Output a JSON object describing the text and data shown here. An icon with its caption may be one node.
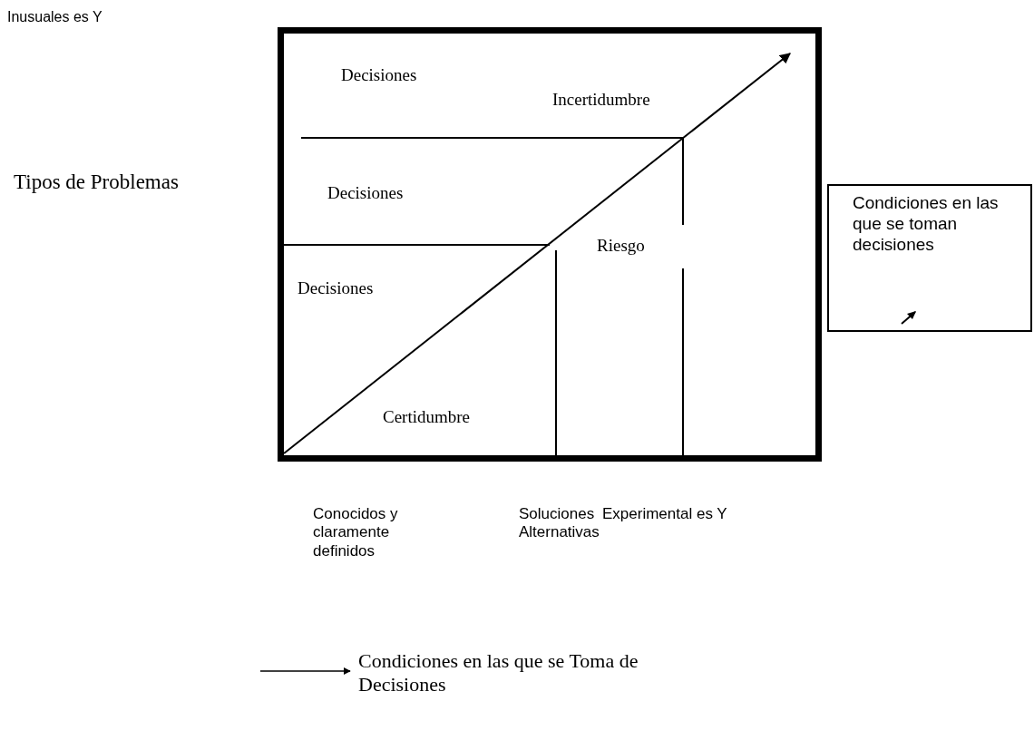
{
  "diagram": {
    "nodes": [
      {
        "text": [],
        "shape": "box"
      },
      {
        "text": [
          "Condiciones en las que se toman decisiones"
        ]
      }
    ],
    "labels": [
      "Inusuales es Y",
      "Decisiones",
      "Incertidumbre",
      "Tipos de Problemas",
      "Decisiones",
      "Riesgo",
      "Decisiones",
      "Certidumbre",
      "Conocidos y claramente definidos",
      "Soluciones Alternativas",
      "Experimental es Y"
    ],
    "legend": [
      {
        "text": "Condiciones en las que se Toma de Decisiones"
      }
    ]
  }
}
